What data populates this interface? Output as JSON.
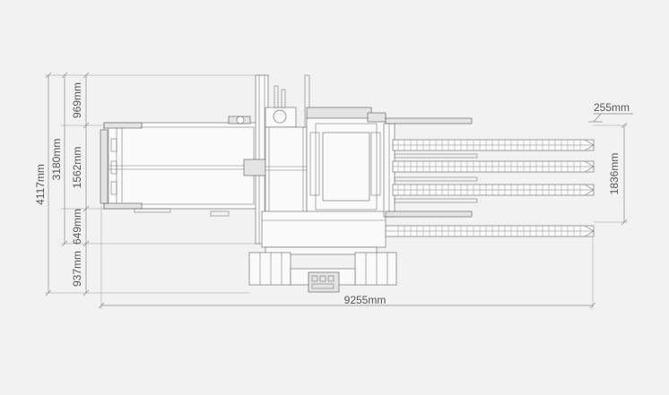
{
  "dimensions": {
    "overall_height": "4117mm",
    "height_upper": "3180mm",
    "seg_top": "969mm",
    "seg_middle": "1562mm",
    "seg_bottom": "649mm",
    "seg_lower": "937mm",
    "overall_length": "9255mm",
    "roller_spacing": "255mm",
    "conveyor_width": "1836mm"
  },
  "colors": {
    "background": "#f2f2f2",
    "line": "#777777",
    "text": "#555555"
  }
}
